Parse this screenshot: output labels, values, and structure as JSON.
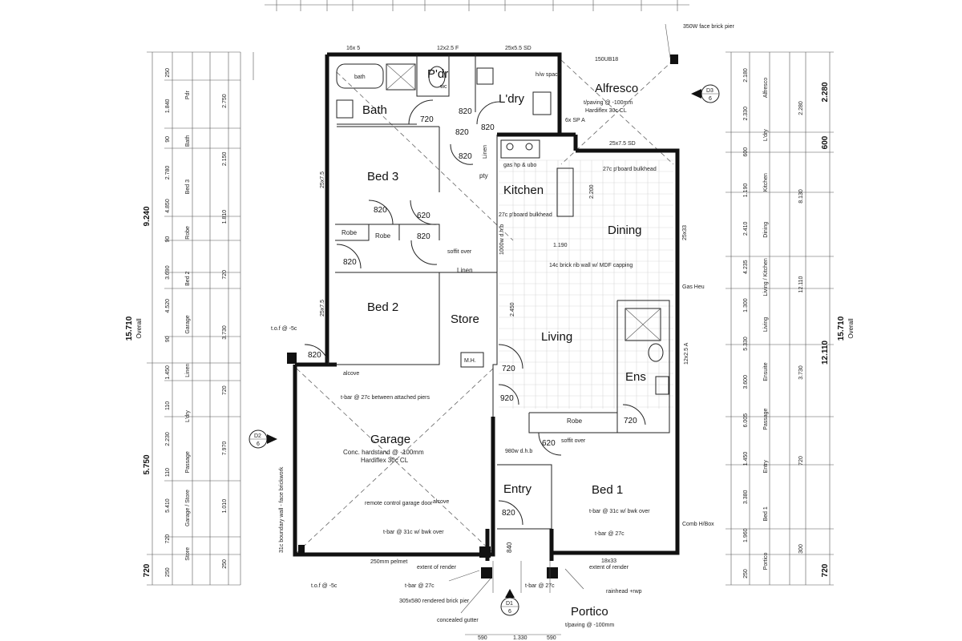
{
  "rooms": {
    "bath": "Bath",
    "pdr": "P'dr",
    "ldry": "L'dry",
    "alfresco": "Alfresco",
    "bed3": "Bed 3",
    "kitchen": "Kitchen",
    "dining": "Dining",
    "bed2": "Bed 2",
    "store": "Store",
    "living": "Living",
    "ens": "Ens",
    "garage": "Garage",
    "entry": "Entry",
    "bed1": "Bed 1",
    "portico": "Portico",
    "robe_a": "Robe",
    "robe_b": "Robe",
    "robe_bed1": "Robe",
    "linen_a": "Linen",
    "linen_b": "Linen",
    "pty": "pty",
    "mh": "M.H."
  },
  "doors": [
    "820",
    "720",
    "820",
    "820",
    "620",
    "820",
    "820",
    "820",
    "820",
    "720",
    "920",
    "620",
    "820",
    "720",
    "820"
  ],
  "notes": {
    "alfresco_finish": "t/paving @ -100mm",
    "alfresco_ceiling": "Hardiflex 30c CL",
    "face_brick_pier": "350W face brick pier",
    "kitchen_gas": "gas hp & ubo",
    "kitchen_bulkhead": "27c p'board bulkhead",
    "dining_bulkhead": "27c p'board bulkhead",
    "rib_wall": "14c brick rib wall w/ MDF capping",
    "soffit_over": "soffit over",
    "soffit_over_bed1": "soffit over",
    "garage_slab": "Conc. hardstand @ -100mm",
    "garage_ceiling": "Hardiflex 30c CL",
    "remote": "remote control garage door",
    "alcove": "alcove",
    "alcove2": "alcove",
    "tbar_attached": "t-bar @ 27c between attached piers",
    "tbar_garage": "t-bar @ 31c w/ bwk over",
    "boundary": "31c boundary wall - face brickwork",
    "tof_top": "t.o.f @ -5c",
    "tof_bottom": "t.o.f @ -5c",
    "extent_render_l": "extent of render",
    "extent_render_r": "extent of render",
    "tbar_27c_l": "t-bar @ 27c",
    "tbar_27c_r": "t-bar @ 27c",
    "tbar_27c_bed1": "t-bar @ 27c",
    "tbar_31c_bed1": "t-bar @ 31c w/ bwk over",
    "rendered_pier": "305x580 rendered brick pier",
    "concealed_gutter": "concealed gutter",
    "rainhead": "rainhead +rwp",
    "portico_finish": "t/paving @ -100mm",
    "gas_heu": "Gas Heu",
    "comb_hbox": "Comb H/Box",
    "pelmet": "250mm pelmet",
    "door_980": "980w d.h.b",
    "door_1000": "1000w d.h.b",
    "hw_space": "h/w space",
    "sp_a": "6x SP A",
    "sd_top1": "16x 5",
    "sd_top2": "12x2.5 F",
    "sd_top3": "25x5.5 SD",
    "sd_lintel": "150UB18",
    "sd_dining": "25x7.5 SD",
    "sd_right": "25x33",
    "sd_ens": "12x2.5 A",
    "sd_bed1": "18x33",
    "sd_left1": "25x7.5",
    "sd_left2": "25x7.5",
    "bath_label": "bath",
    "wc": "wc",
    "dim_1190": "1.190",
    "dim_2200": "2.200",
    "dim_2450": "2.450",
    "dim_840": "840",
    "dim_590a": "590",
    "dim_1330": "1.330",
    "dim_590b": "590"
  },
  "callouts": [
    {
      "top": "D3",
      "bottom": "6"
    },
    {
      "top": "D2",
      "bottom": "6"
    },
    {
      "top": "D1",
      "bottom": "6"
    }
  ],
  "left_dims": {
    "overall_label": "15.710",
    "overall_sub": "Overall",
    "d1": "9.240",
    "d2": "5.750",
    "d3": "720",
    "col_a": [
      "250",
      "1.840",
      "90",
      "2.780",
      "4.850",
      "90",
      "3.690",
      "4.520",
      "90",
      "1.450",
      "110",
      "2.230",
      "110",
      "5.410",
      "720",
      "250"
    ],
    "col_b": [
      "Pdr",
      "Bath",
      "Bed 3",
      "Robe",
      "Bed 2",
      "Garage",
      "Linen",
      "L'dry",
      "Passage",
      "Garage / Store",
      "Store"
    ],
    "col_c": [
      "2.750",
      "2.150",
      "1.810",
      "720",
      "3.730",
      "720",
      "7.970",
      "1.010",
      "250"
    ]
  },
  "right_dims": {
    "overall_label": "15.710",
    "overall_sub": "Overall",
    "d1": "2.280",
    "d2": "12.110",
    "d3": "720",
    "d4": "600",
    "col_a": [
      "2.180",
      "2.330",
      "600",
      "1.190",
      "2.410",
      "4.235",
      "1.300",
      "5.330",
      "3.600",
      "6.005",
      "1.450",
      "3.380",
      "1.960",
      "250"
    ],
    "col_b": [
      "Alfresco",
      "L'dry",
      "Kitchen",
      "Dining",
      "Living / Kitchen",
      "Living",
      "Ensuite",
      "Passage",
      "Entry",
      "Bed 1",
      "Portico"
    ],
    "col_c": [
      "2.280",
      "8.130",
      "12.110",
      "3.730",
      "720",
      "300"
    ]
  }
}
